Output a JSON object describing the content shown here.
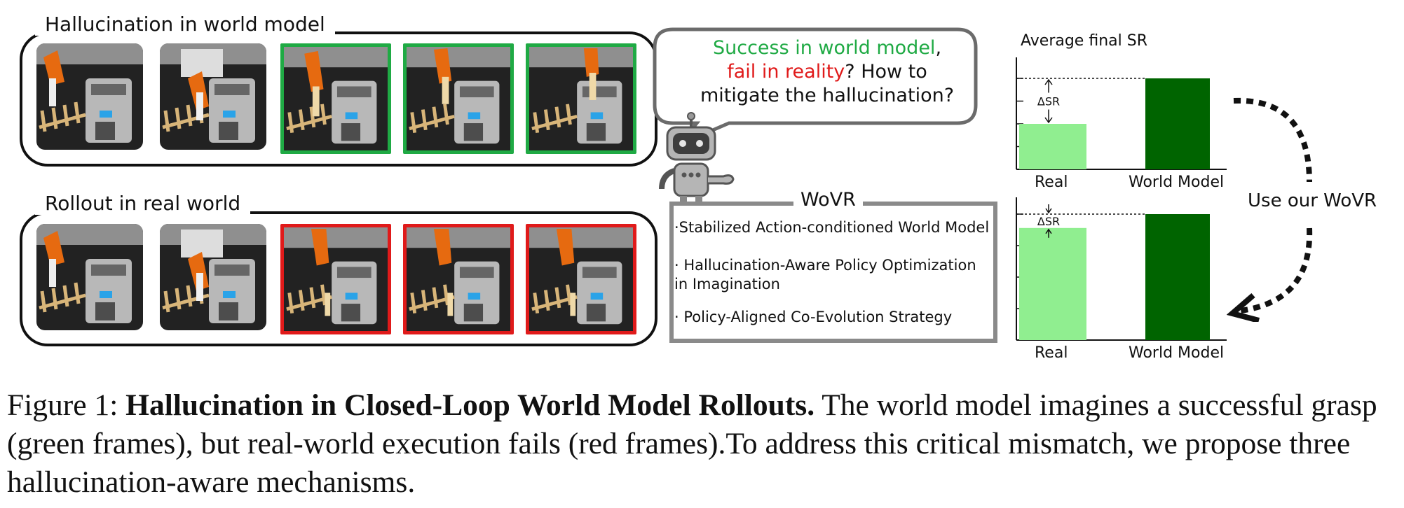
{
  "panel_top": {
    "title": "Hallucination in world model"
  },
  "panel_bottom": {
    "title": "Rollout in real world"
  },
  "bubble": {
    "line1_green": "Success in world model",
    "line1_end": ",",
    "line2_red": "fail in reality",
    "line2_rest": "?  How to",
    "line3": "mitigate the hallucination?"
  },
  "wovr": {
    "title": "WoVR",
    "items": [
      "·Stabilized Action-conditioned World Model",
      "· Hallucination-Aware Policy Optimization in Imagination",
      "· Policy-Aligned Co-Evolution Strategy"
    ]
  },
  "arrow_label": "Use our WoVR",
  "colors": {
    "success": "#1faa44",
    "fail": "#e01a1a",
    "bar_real": "#90ee90",
    "bar_world_model": "#006400"
  },
  "chart_data": [
    {
      "type": "bar",
      "title": "Average final SR",
      "categories": [
        "Real",
        "World Model"
      ],
      "values": [
        0.5,
        1.0
      ],
      "ylim": [
        0,
        1.0
      ],
      "annotation": "ΔSR",
      "grid": true
    },
    {
      "type": "bar",
      "title": "",
      "categories": [
        "Real",
        "World Model"
      ],
      "values": [
        0.89,
        1.0
      ],
      "ylim": [
        0,
        1.0
      ],
      "annotation": "ΔSR",
      "grid": true
    }
  ],
  "caption": {
    "label": "Figure 1:",
    "title": "Hallucination in Closed-Loop World Model Rollouts.",
    "body": "The world model imagines a successful grasp (green frames), but real-world execution fails (red frames).To address this critical mismatch, we propose three hallucination-aware mechanisms."
  }
}
